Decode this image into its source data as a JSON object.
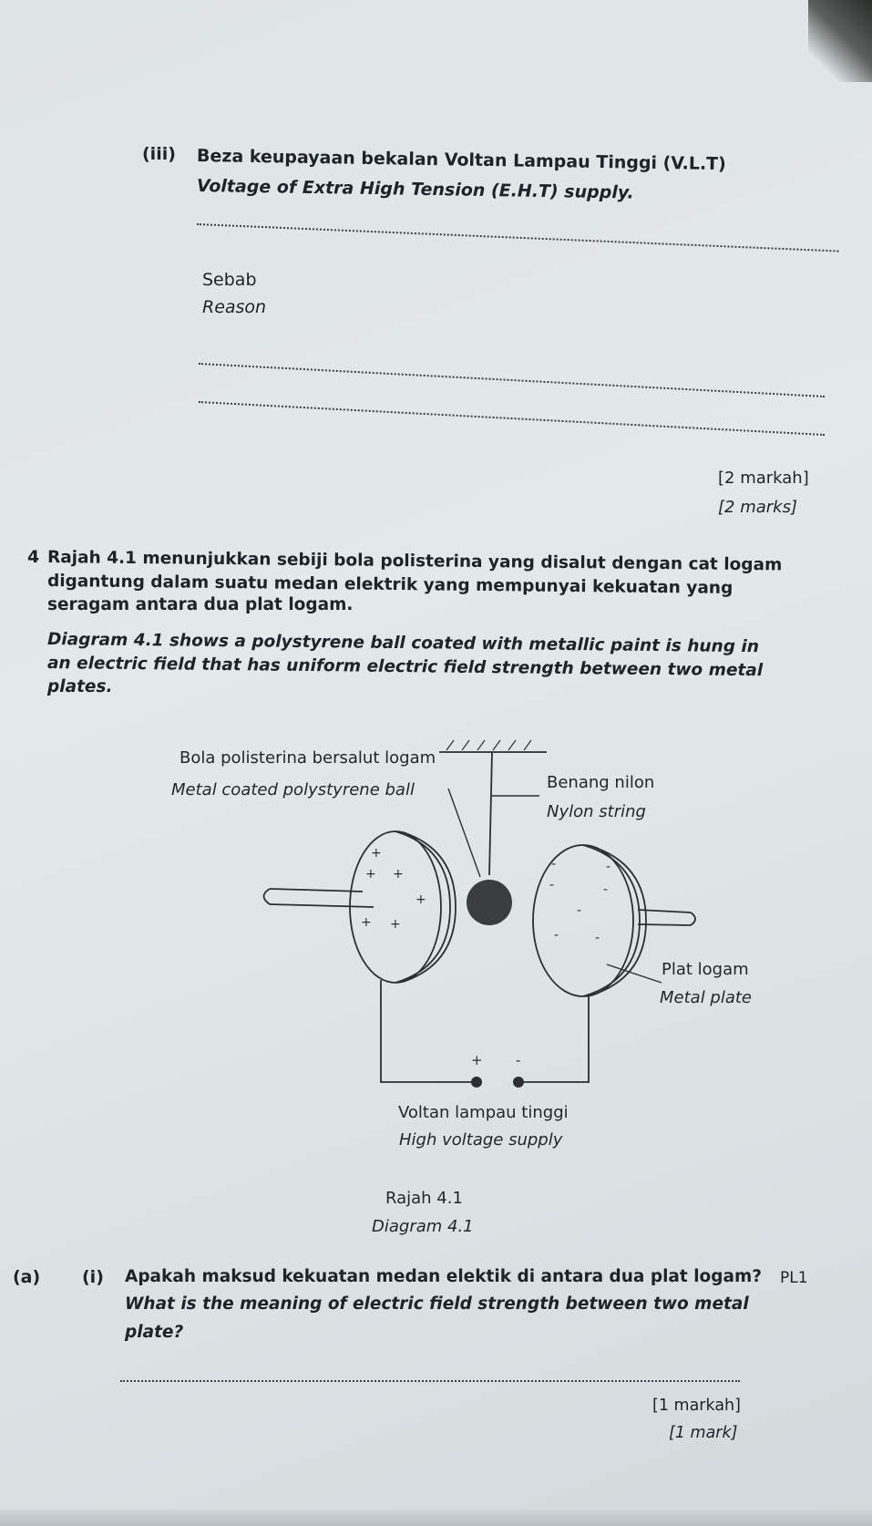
{
  "part_iii": {
    "number": "(iii)",
    "malay": "Beza keupayaan bekalan Voltan Lampau Tinggi (V.L.T)",
    "english": "Voltage of Extra High Tension (E.H.T) supply.",
    "reason_malay": "Sebab",
    "reason_english": "Reason",
    "marks_malay": "[2 markah]",
    "marks_english": "[2 marks]"
  },
  "question4": {
    "number": "4",
    "malay_lines": [
      "Rajah 4.1 menunjukkan sebiji bola polisterina yang disalut dengan cat logam",
      "digantung  dalam  suatu  medan  elektrik  yang  mempunyai  kekuatan  yang",
      "seragam antara dua plat logam."
    ],
    "english_lines": [
      "Diagram 4.1 shows a polystyrene ball coated with metallic paint is hung in",
      "an electric field that has uniform electric field strength between two metal",
      "plates."
    ]
  },
  "diagram": {
    "ball_label_malay": "Bola polisterina bersalut logam",
    "ball_label_english": "Metal coated polystyrene ball",
    "string_label_malay": "Benang nilon",
    "string_label_english": "Nylon string",
    "plate_label_malay": "Plat logam",
    "plate_label_english": "Metal plate",
    "supply_label_malay": "Voltan lampau tinggi",
    "supply_label_english": "High voltage supply",
    "positive_sign": "+",
    "negative_sign": "-",
    "caption_malay": "Rajah 4.1",
    "caption_english": "Diagram 4.1"
  },
  "part_a": {
    "label": "(a)",
    "sub_label": "(i)",
    "malay": "Apakah maksud kekuatan medan elektik di antara dua plat logam?",
    "pl": "PL1",
    "english_line1": "What is the meaning of electric field strength between two metal",
    "english_line2": "plate?",
    "marks_malay": "[1 markah]",
    "marks_english": "[1 mark]"
  }
}
